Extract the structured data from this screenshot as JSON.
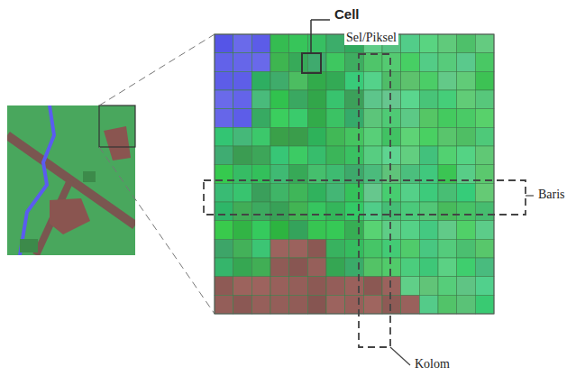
{
  "diagram": {
    "labels": [
      "Cell",
      "Sel/Piksel",
      "Baris",
      "Kolom"
    ]
  }
}
